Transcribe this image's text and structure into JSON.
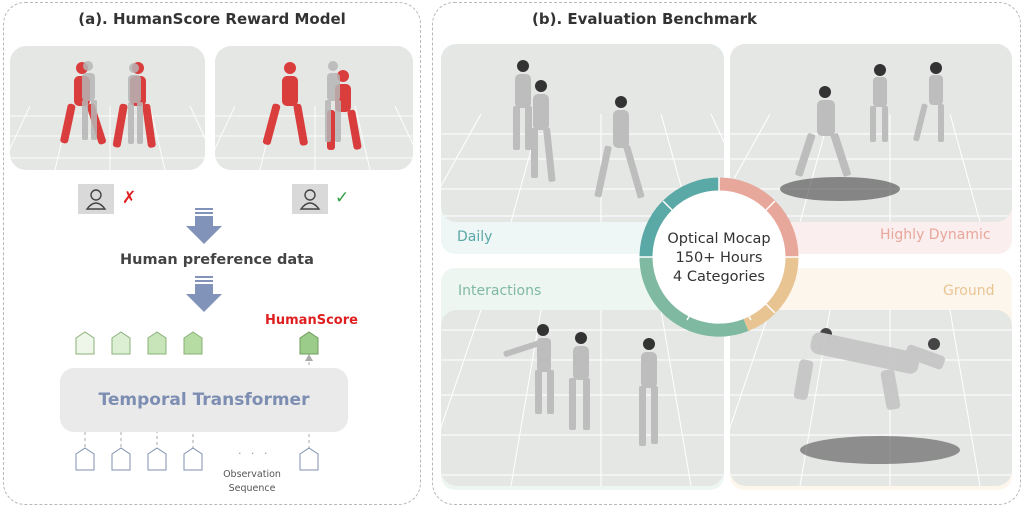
{
  "left_panel": {
    "title": "(a). HumanScore Reward Model",
    "reject_mark": "✗",
    "accept_mark": "✓",
    "preference_label": "Human preference data",
    "score_label": "HumanScore",
    "transformer_label": "Temporal Transformer",
    "observation_label_line1": "Observation",
    "observation_label_line2": "Sequence",
    "ellipsis": ". . .",
    "colors": {
      "red": "#e02020",
      "arrow": "#8193b8",
      "output_green": "#9ccc8a"
    }
  },
  "right_panel": {
    "title": "(b). Evaluation Benchmark",
    "categories": [
      {
        "label": "Daily",
        "color": "#5aa9a7"
      },
      {
        "label": "Highly Dynamic",
        "color": "#e7a79a"
      },
      {
        "label": "Interactions",
        "color": "#7fb9a2"
      },
      {
        "label": "Ground",
        "color": "#e9c493"
      }
    ],
    "center_lines": [
      "Optical Mocap",
      "150+ Hours",
      "4 Categories"
    ]
  }
}
